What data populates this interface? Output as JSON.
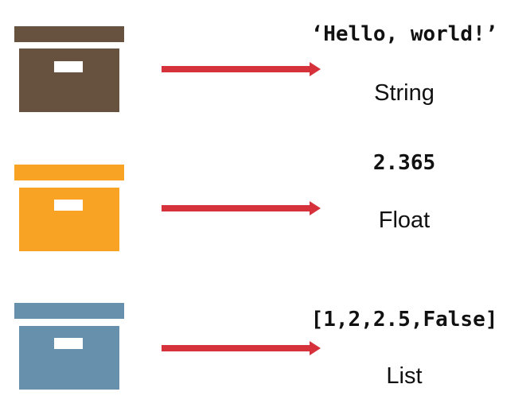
{
  "rows": [
    {
      "value": "‘Hello, world!’",
      "type": "String",
      "box_color": "#66523f"
    },
    {
      "value": "2.365",
      "type": "Float",
      "box_color": "#f9a324"
    },
    {
      "value": "[1,2,2.5,False]",
      "type": "List",
      "box_color": "#6690ab"
    }
  ],
  "arrow_color": "#d6323c"
}
